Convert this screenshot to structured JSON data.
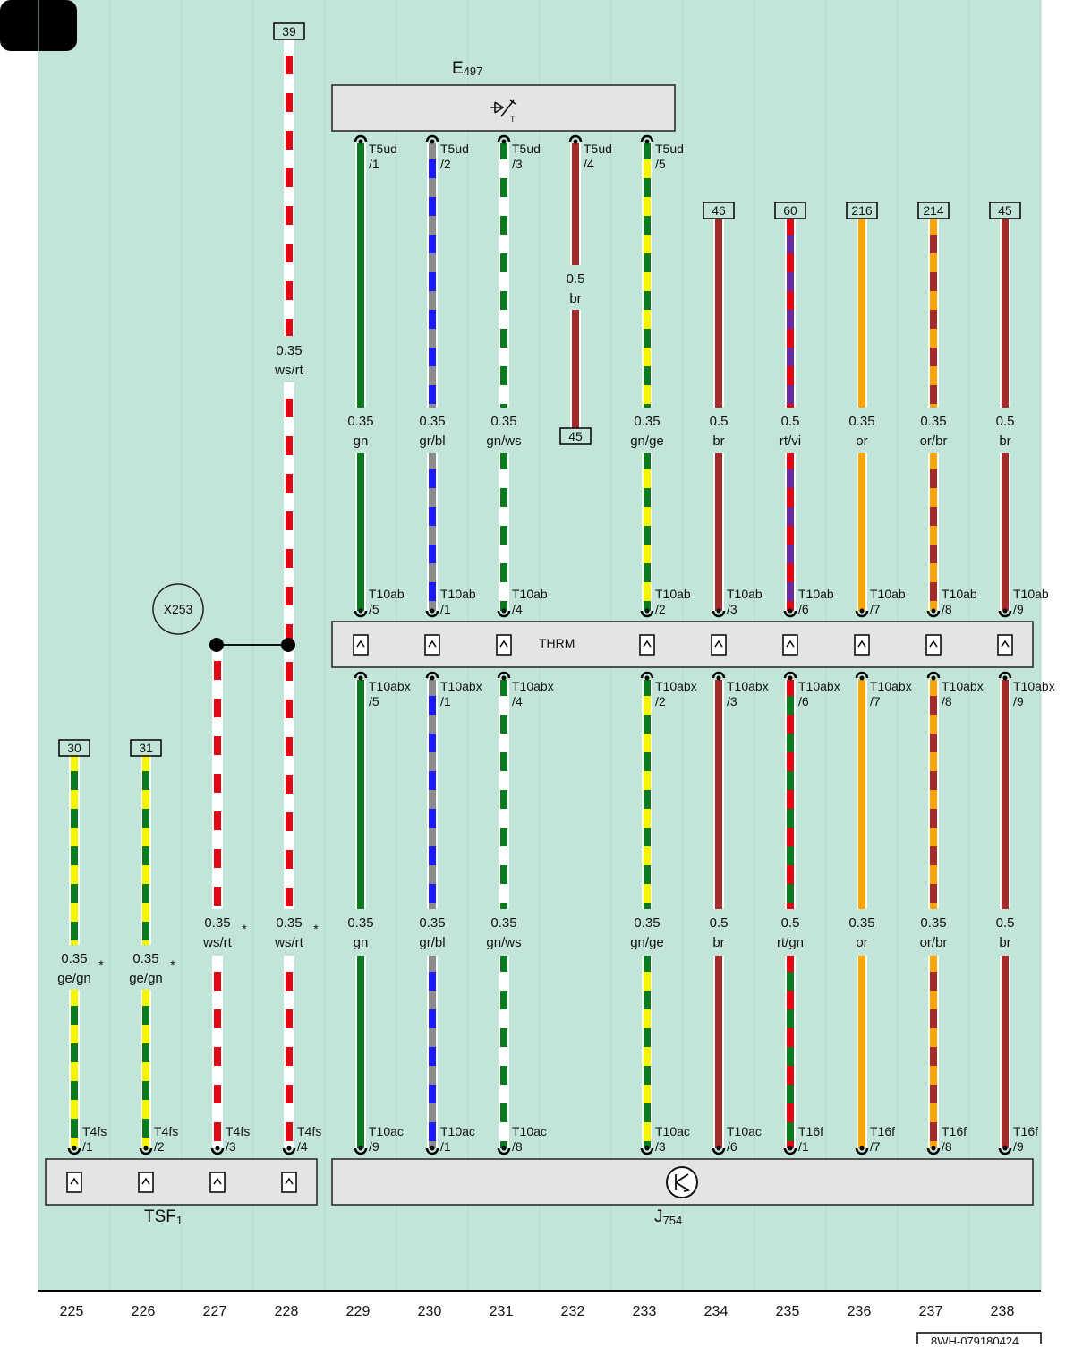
{
  "colors": {
    "background": "#c2e5d8",
    "component_fill": "#e4e4e4",
    "tab": "#000000",
    "wire_codes": {
      "ws": "#ffffff",
      "rt": "#e30613",
      "gn": "#0a7a1e",
      "bl": "#1a1aff",
      "gr": "#8c8c8c",
      "ge": "#f5f500",
      "br": "#a52a2a",
      "vi": "#6a2aa0",
      "or": "#ffa500"
    }
  },
  "components": {
    "E497": {
      "name": "E",
      "sub": "497",
      "icon": "switch-icon"
    },
    "THRM": {
      "label": "THRM",
      "icon": "connector-icon"
    },
    "TSF1": {
      "name": "TSF",
      "sub": "1",
      "icon": "fuse-icon"
    },
    "J754": {
      "name": "J",
      "sub": "754",
      "icon": "control-unit-icon"
    },
    "X253": {
      "label": "X253"
    }
  },
  "diagram_id": "8WH-079180424",
  "bottom_numbers": [
    "225",
    "226",
    "227",
    "228",
    "229",
    "230",
    "231",
    "232",
    "233",
    "234",
    "235",
    "236",
    "237",
    "238"
  ],
  "wires": [
    {
      "id": "225",
      "top_ref": "30",
      "size": "0.35",
      "color": "ge/gn",
      "star": "*",
      "bottom_pin": {
        "conn": "T4fs",
        "pin": "/1"
      }
    },
    {
      "id": "226",
      "top_ref": "31",
      "size": "0.35",
      "color": "ge/gn",
      "star": "*",
      "bottom_pin": {
        "conn": "T4fs",
        "pin": "/2"
      }
    },
    {
      "id": "227",
      "size": "0.35",
      "color": "ws/rt",
      "star": "*",
      "bottom_pin": {
        "conn": "T4fs",
        "pin": "/3"
      }
    },
    {
      "id": "228",
      "top_ref": "39",
      "upper_size": "0.35",
      "upper_color": "ws/rt",
      "size": "0.35",
      "color": "ws/rt",
      "star": "*",
      "bottom_pin": {
        "conn": "T4fs",
        "pin": "/4"
      }
    },
    {
      "id": "229",
      "top_pin": {
        "conn": "T5ud",
        "pin": "/1"
      },
      "mid_size": "0.35",
      "mid_color": "gn",
      "thrm_top": {
        "conn": "T10ab",
        "pin": "/5"
      },
      "thrm_bottom": {
        "conn": "T10abx",
        "pin": "/5"
      },
      "size": "0.35",
      "color": "gn",
      "bottom_pin": {
        "conn": "T10ac",
        "pin": "/9"
      }
    },
    {
      "id": "230",
      "top_pin": {
        "conn": "T5ud",
        "pin": "/2"
      },
      "mid_size": "0.35",
      "mid_color": "gr/bl",
      "thrm_top": {
        "conn": "T10ab",
        "pin": "/1"
      },
      "thrm_bottom": {
        "conn": "T10abx",
        "pin": "/1"
      },
      "size": "0.35",
      "color": "gr/bl",
      "bottom_pin": {
        "conn": "T10ac",
        "pin": "/1"
      }
    },
    {
      "id": "231",
      "top_pin": {
        "conn": "T5ud",
        "pin": "/3"
      },
      "mid_size": "0.35",
      "mid_color": "gn/ws",
      "thrm_top": {
        "conn": "T10ab",
        "pin": "/4"
      },
      "thrm_bottom": {
        "conn": "T10abx",
        "pin": "/4"
      },
      "size": "0.35",
      "color": "gn/ws",
      "bottom_pin": {
        "conn": "T10ac",
        "pin": "/8"
      }
    },
    {
      "id": "232",
      "top_pin": {
        "conn": "T5ud",
        "pin": "/4"
      },
      "mid_size": "0.5",
      "mid_color": "br",
      "end_ref": "45"
    },
    {
      "id": "233",
      "top_pin": {
        "conn": "T5ud",
        "pin": "/5"
      },
      "mid_size": "0.35",
      "mid_color": "gn/ge",
      "thrm_top": {
        "conn": "T10ab",
        "pin": "/2"
      },
      "thrm_bottom": {
        "conn": "T10abx",
        "pin": "/2"
      },
      "size": "0.35",
      "color": "gn/ge",
      "bottom_pin": {
        "conn": "T10ac",
        "pin": "/3"
      }
    },
    {
      "id": "234",
      "top_ref": "46",
      "mid_size": "0.5",
      "mid_color": "br",
      "thrm_top": {
        "conn": "T10ab",
        "pin": "/3"
      },
      "thrm_bottom": {
        "conn": "T10abx",
        "pin": "/3"
      },
      "size": "0.5",
      "color": "br",
      "bottom_pin": {
        "conn": "T10ac",
        "pin": "/6"
      }
    },
    {
      "id": "235",
      "top_ref": "60",
      "mid_size": "0.5",
      "mid_color": "rt/vi",
      "thrm_top": {
        "conn": "T10ab",
        "pin": "/6"
      },
      "thrm_bottom": {
        "conn": "T10abx",
        "pin": "/6"
      },
      "size": "0.5",
      "color": "rt/gn",
      "bottom_pin": {
        "conn": "T16f",
        "pin": "/1"
      }
    },
    {
      "id": "236",
      "top_ref": "216",
      "mid_size": "0.35",
      "mid_color": "or",
      "thrm_top": {
        "conn": "T10ab",
        "pin": "/7"
      },
      "thrm_bottom": {
        "conn": "T10abx",
        "pin": "/7"
      },
      "size": "0.35",
      "color": "or",
      "bottom_pin": {
        "conn": "T16f",
        "pin": "/7"
      }
    },
    {
      "id": "237",
      "top_ref": "214",
      "mid_size": "0.35",
      "mid_color": "or/br",
      "thrm_top": {
        "conn": "T10ab",
        "pin": "/8"
      },
      "thrm_bottom": {
        "conn": "T10abx",
        "pin": "/8"
      },
      "size": "0.35",
      "color": "or/br",
      "bottom_pin": {
        "conn": "T16f",
        "pin": "/8"
      }
    },
    {
      "id": "238",
      "top_ref": "45",
      "mid_size": "0.5",
      "mid_color": "br",
      "thrm_top": {
        "conn": "T10ab",
        "pin": "/9"
      },
      "thrm_bottom": {
        "conn": "T10abx",
        "pin": "/9"
      },
      "size": "0.5",
      "color": "br",
      "bottom_pin": {
        "conn": "T16f",
        "pin": "/9"
      }
    }
  ]
}
